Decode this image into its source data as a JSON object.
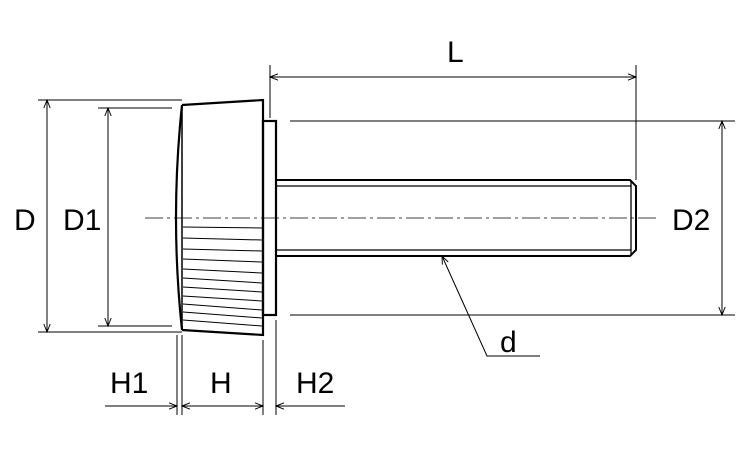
{
  "labels": {
    "L": "L",
    "D": "D",
    "D1": "D1",
    "D2": "D2",
    "d": "d",
    "H1": "H1",
    "H": "H",
    "H2": "H2"
  }
}
